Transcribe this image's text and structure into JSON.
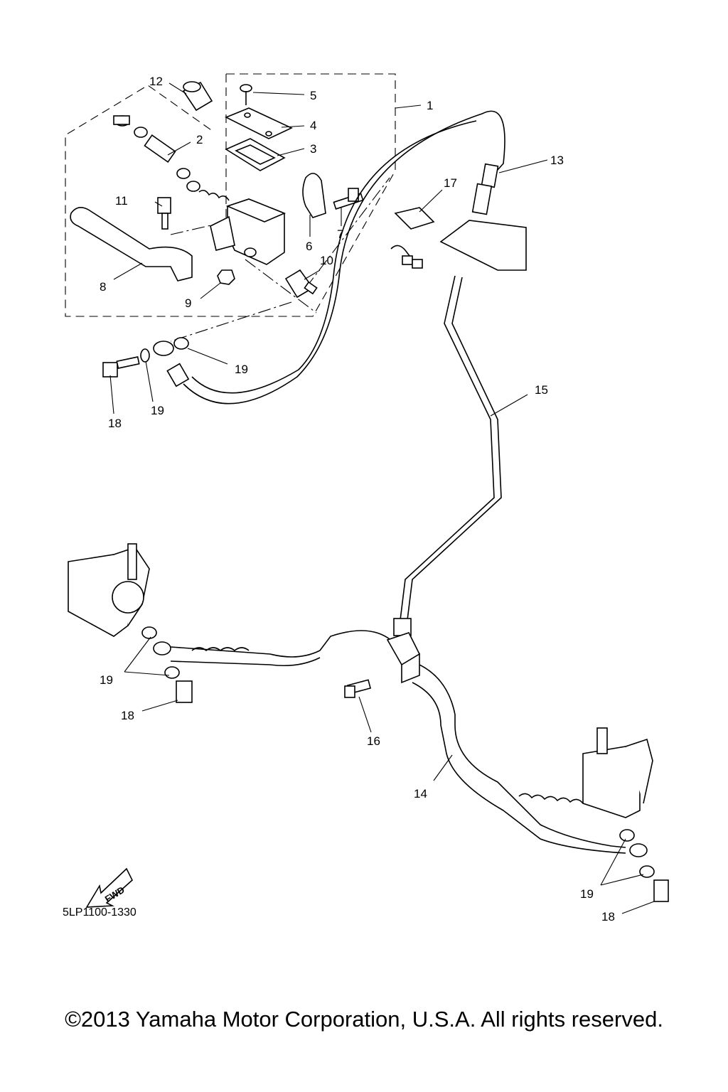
{
  "callouts": {
    "c1": "1",
    "c2": "2",
    "c3": "3",
    "c4": "4",
    "c5": "5",
    "c6": "6",
    "c7": "7",
    "c8": "8",
    "c9": "9",
    "c10": "10",
    "c11": "11",
    "c12": "12",
    "c13": "13",
    "c14": "14",
    "c15": "15",
    "c16": "16",
    "c17": "17",
    "c18a": "18",
    "c18b": "18",
    "c18c": "18",
    "c19a": "19",
    "c19b": "19",
    "c19c": "19",
    "c19d": "19"
  },
  "fwd_label": "FWD",
  "diagram_code": "5LP1100-1330",
  "copyright": "©2013 Yamaha Motor Corporation, U.S.A. All rights reserved."
}
